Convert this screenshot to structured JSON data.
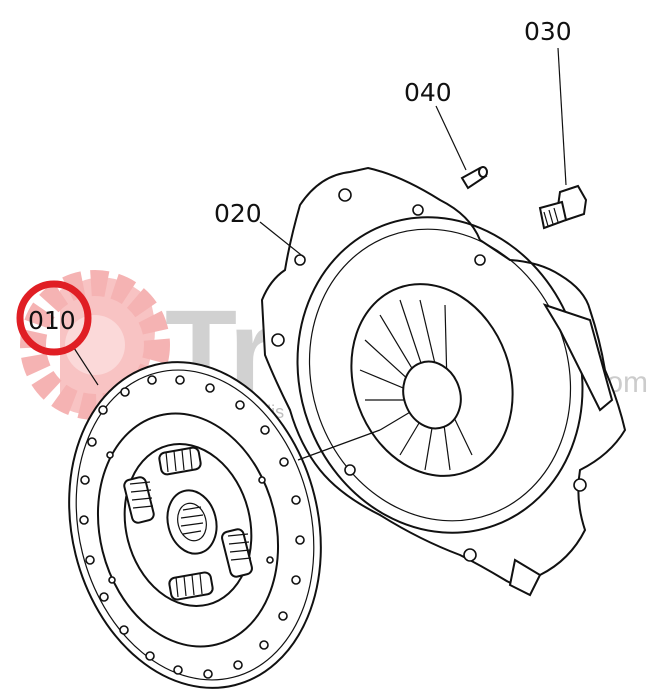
{
  "watermark": {
    "brand": "Trakter",
    "domain": ".com",
    "tagline": "Tagadenidis",
    "colors": {
      "gear": "#f4a6a6",
      "text": "#bfbfbf"
    }
  },
  "callouts": [
    {
      "id": "010",
      "label": "010",
      "highlighted": true
    },
    {
      "id": "020",
      "label": "020",
      "highlighted": false
    },
    {
      "id": "030",
      "label": "030",
      "highlighted": false
    },
    {
      "id": "040",
      "label": "040",
      "highlighted": false
    }
  ],
  "highlight_color": "#e01e24"
}
